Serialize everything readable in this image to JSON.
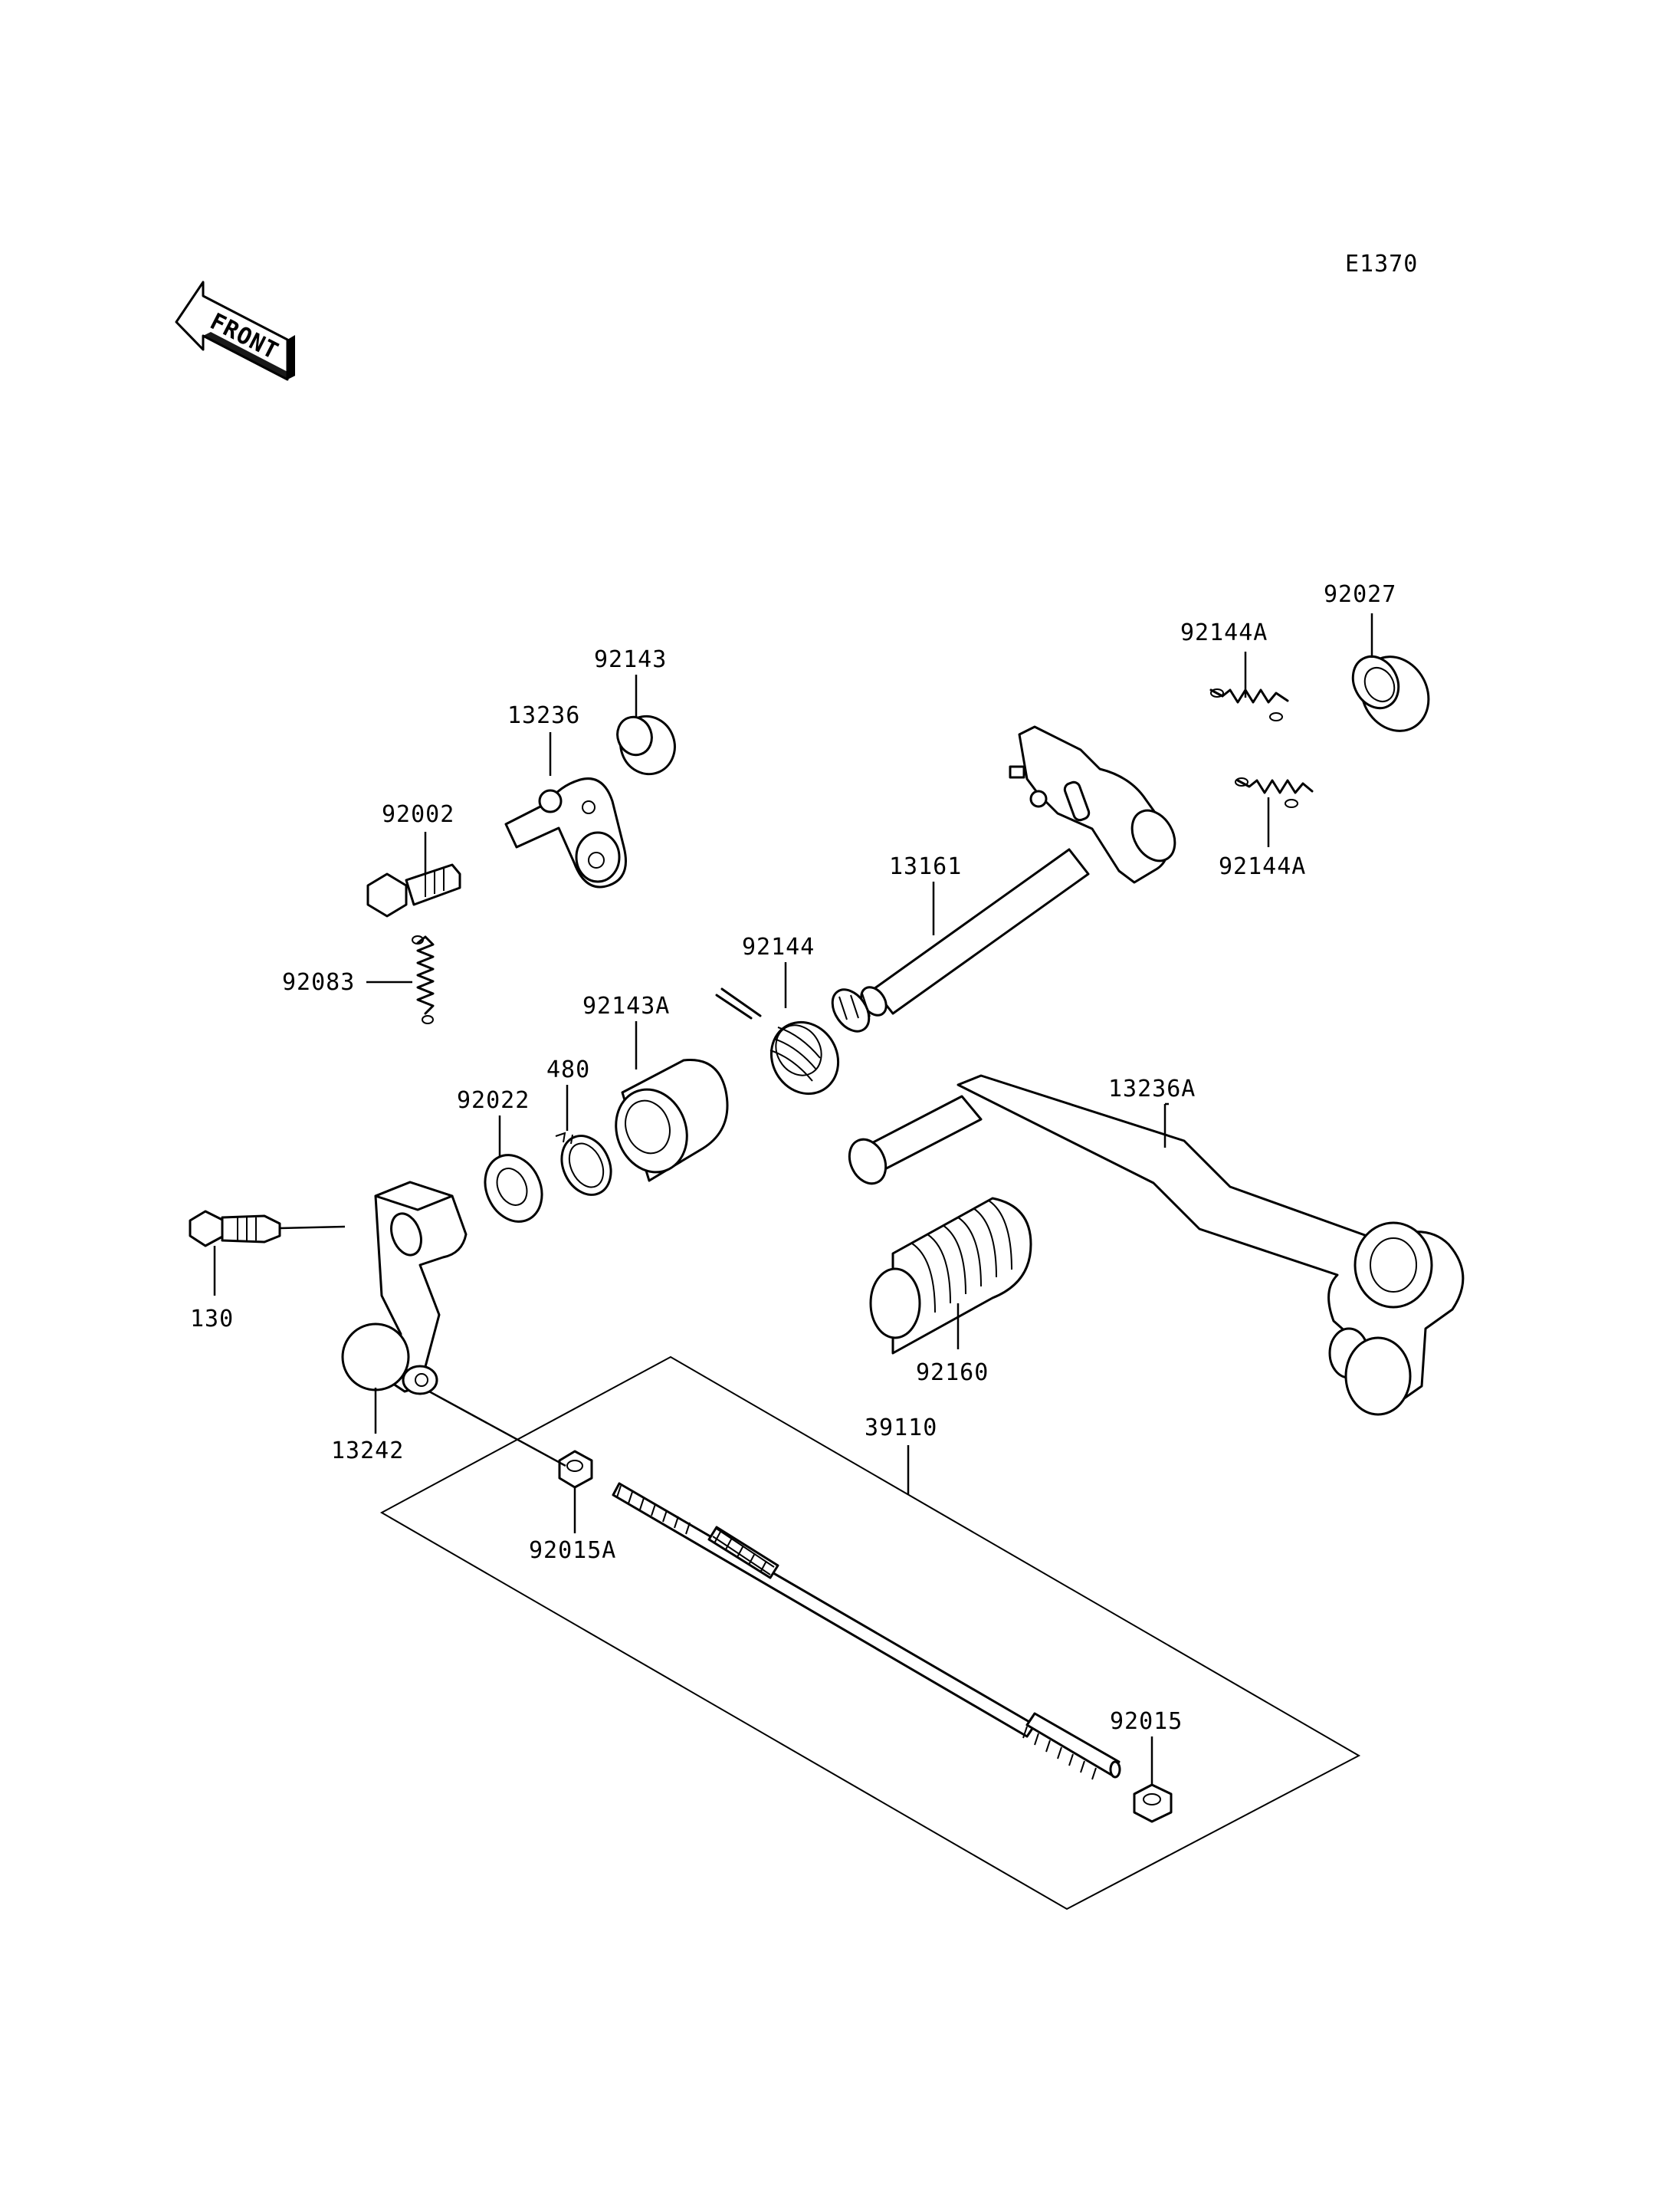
{
  "diagram": {
    "code": "E1370",
    "front_label": "FRONT",
    "labels": {
      "p92027": "92027",
      "p92144A_top": "92144A",
      "p92144A_bottom": "92144A",
      "p92143": "92143",
      "p13236": "13236",
      "p92002": "92002",
      "p92083": "92083",
      "p13161": "13161",
      "p92144": "92144",
      "p92143A": "92143A",
      "p480": "480",
      "p92022": "92022",
      "p130": "130",
      "p13236A": "13236A",
      "p92160": "92160",
      "p13242": "13242",
      "p39110": "39110",
      "p92015A": "92015A",
      "p92015": "92015"
    }
  }
}
